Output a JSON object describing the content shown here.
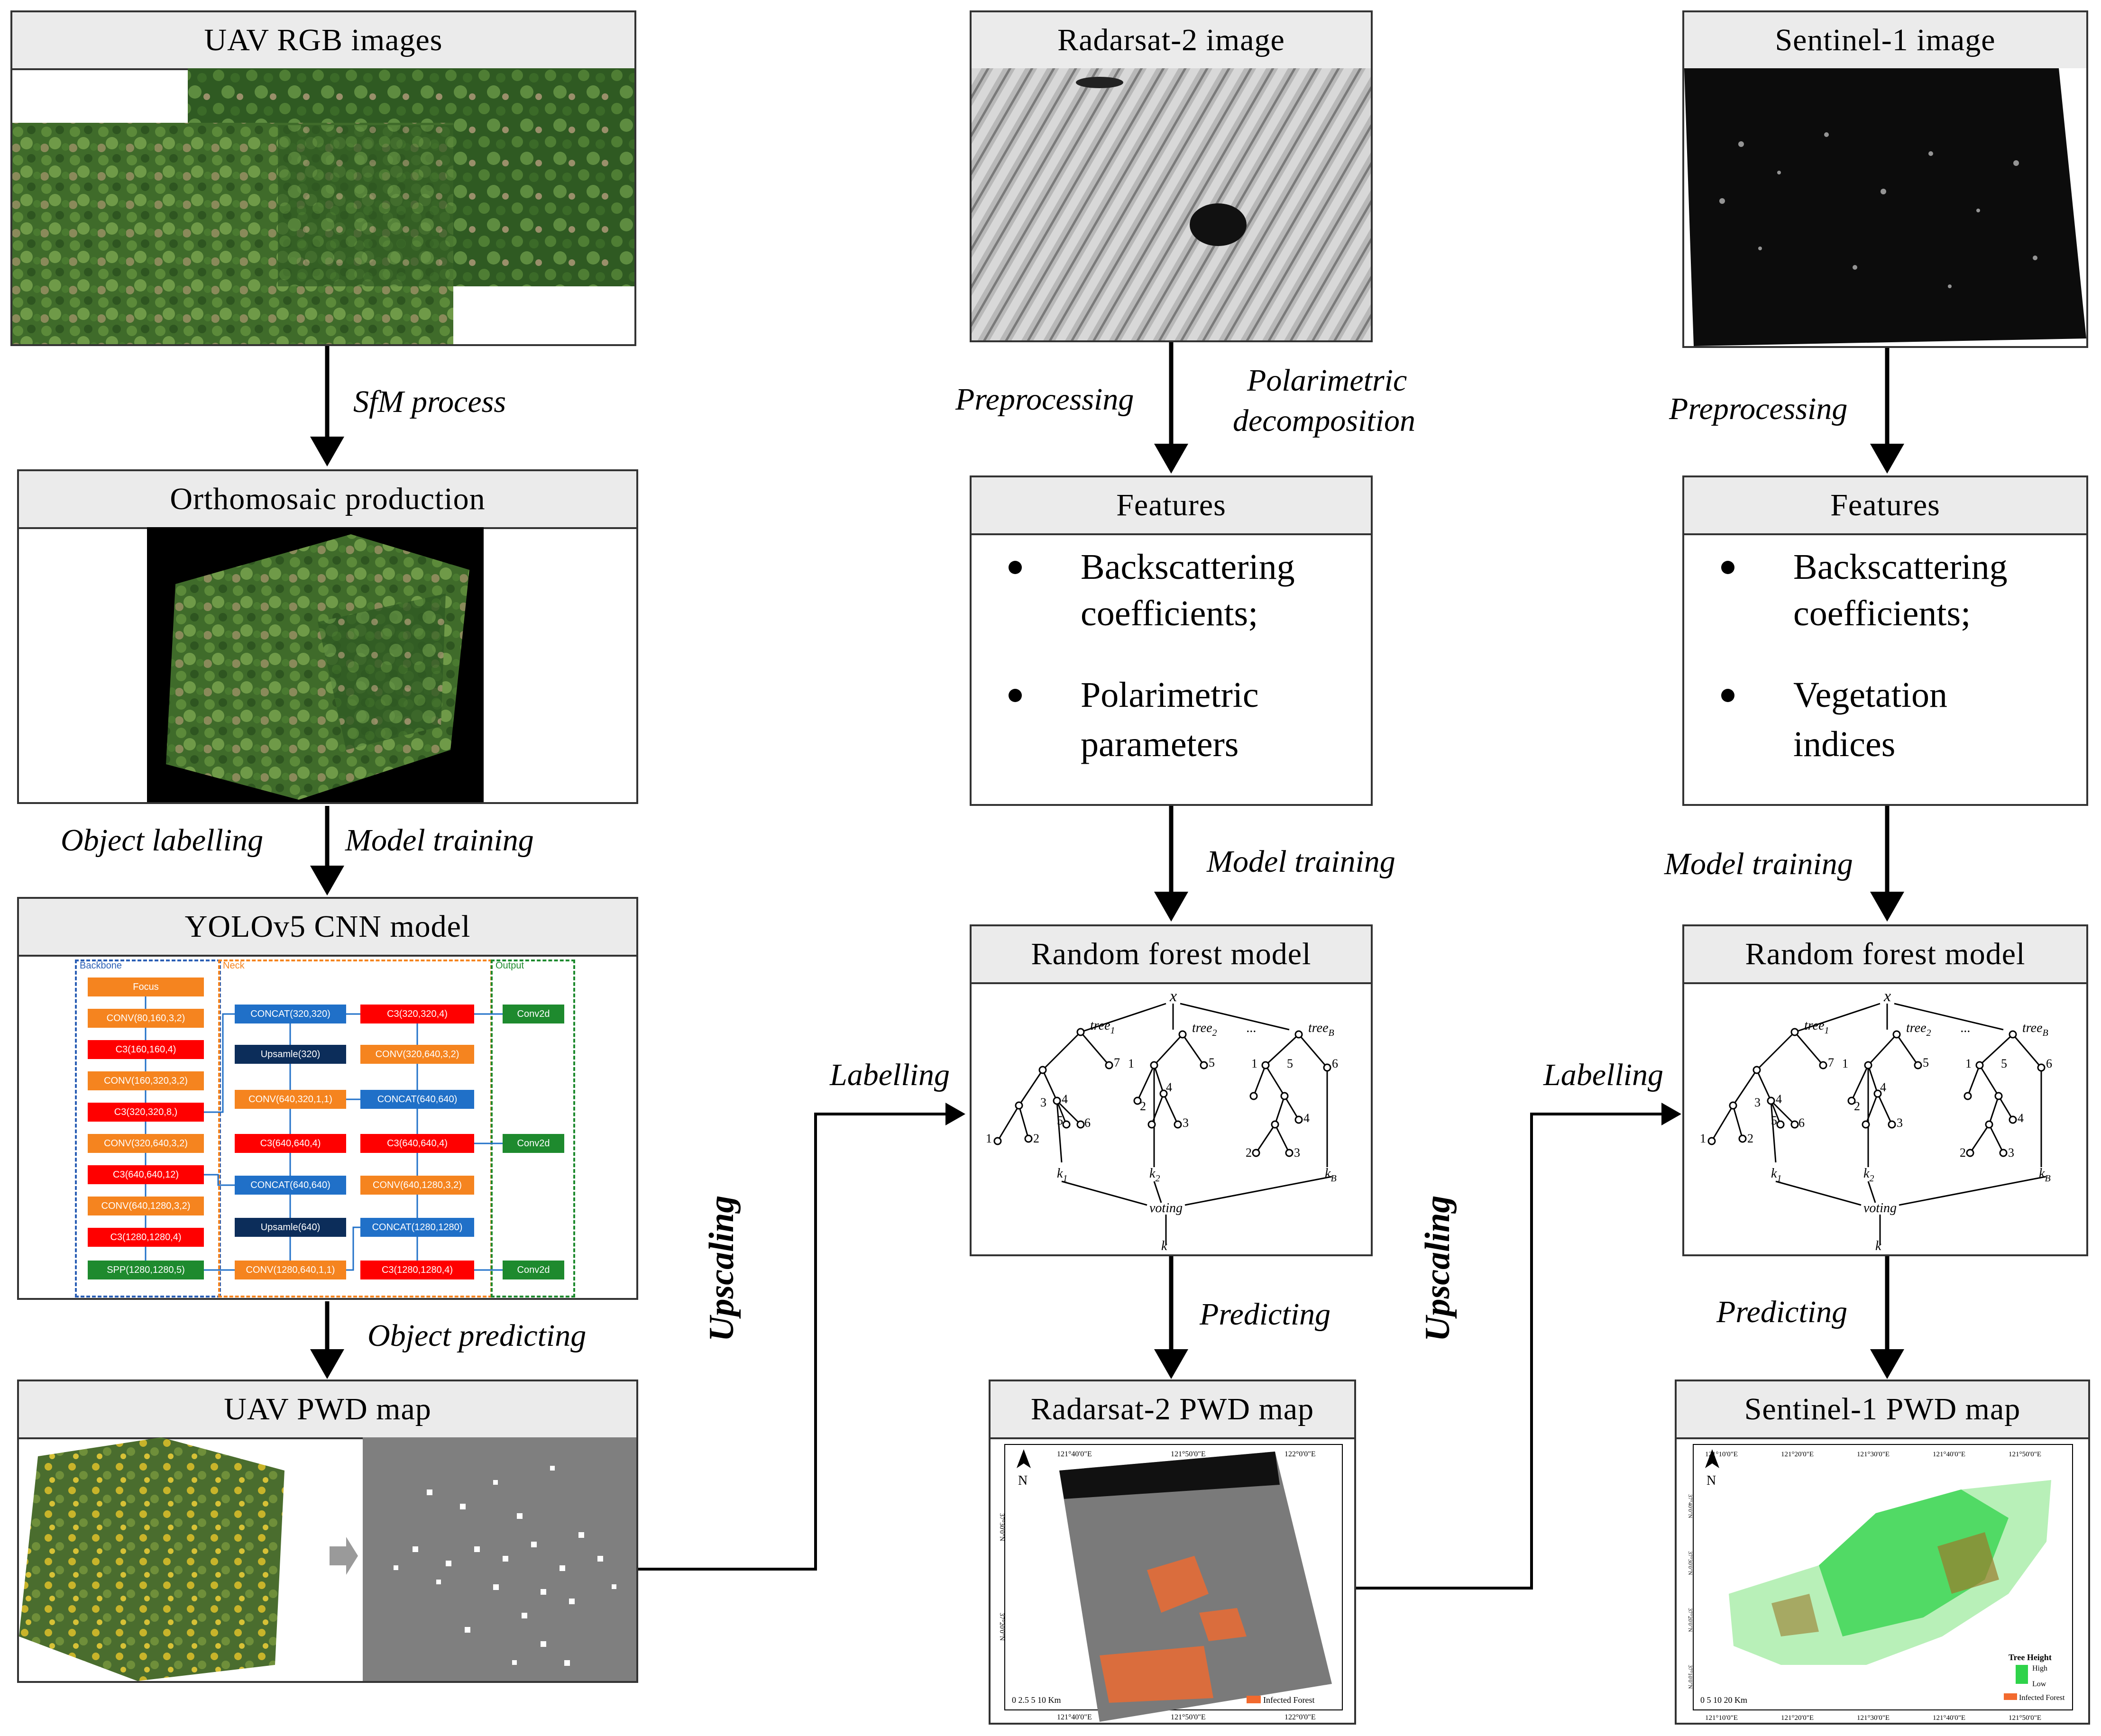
{
  "col1": {
    "uav_rgb_title": "UAV RGB images",
    "sfm_label": "SfM process",
    "ortho_title": "Orthomosaic production",
    "object_labelling": "Object labelling",
    "model_training": "Model training",
    "yolo_title": "YOLOv5 CNN model",
    "object_predicting": "Object predicting",
    "pwd_map_title": "UAV PWD map"
  },
  "yolo": {
    "backbone": "Backbone",
    "neck": "Neck",
    "output": "Output",
    "backbone_blocks": [
      "Focus",
      "CONV(80,160,3,2)",
      "C3(160,160,4)",
      "CONV(160,320,3,2)",
      "C3(320,320,8,)",
      "CONV(320,640,3,2)",
      "C3(640,640,12)",
      "CONV(640,1280,3,2)",
      "C3(1280,1280,4)",
      "SPP(1280,1280,5)"
    ],
    "neck_left": [
      "CONCAT(320,320)",
      "Upsamle(320)",
      "CONV(640,320,1,1)",
      "C3(640,640,4)",
      "CONCAT(640,640)",
      "Upsamle(640)",
      "CONV(1280,640,1,1)"
    ],
    "neck_right": [
      "C3(320,320,4)",
      "CONV(320,640,3,2)",
      "CONCAT(640,640)",
      "C3(640,640,4)",
      "CONV(640,1280,3,2)",
      "CONCAT(1280,1280)",
      "C3(1280,1280,4)"
    ],
    "conv2d": "Conv2d"
  },
  "col2": {
    "title": "Radarsat-2 image",
    "preprocessing": "Preprocessing",
    "polarimetric_line1": "Polarimetric",
    "polarimetric_line2": "decomposition",
    "features_title": "Features",
    "feature1_line1": "Backscattering",
    "feature1_line2": "coefficients;",
    "feature2_line1": "Polarimetric",
    "feature2_line2": "parameters",
    "model_training": "Model training",
    "rf_title": "Random forest model",
    "labelling": "Labelling",
    "predicting": "Predicting",
    "map_title": "Radarsat-2 PWD map",
    "upscaling": "Upscaling",
    "map_lon_ticks": [
      "121°40'0\"E",
      "121°50'0\"E",
      "122°0'0\"E"
    ],
    "map_lat_ticks": [
      "37°30'0\"N",
      "37°20'0\"N",
      "37°10'0\"N"
    ],
    "map_scale": "0 2.5 5    10 Km",
    "map_legend": "Infected Forest",
    "north": "N"
  },
  "col3": {
    "title": "Sentinel-1 image",
    "preprocessing": "Preprocessing",
    "features_title": "Features",
    "feature1_line1": "Backscattering",
    "feature1_line2": "coefficients;",
    "feature2_line1": "Vegetation",
    "feature2_line2": "indices",
    "model_training": "Model training",
    "rf_title": "Random forest model",
    "labelling": "Labelling",
    "predicting": "Predicting",
    "map_title": "Sentinel-1 PWD map",
    "upscaling": "Upscaling",
    "map_lon_ticks": [
      "121°10'0\"E",
      "121°20'0\"E",
      "121°30'0\"E",
      "121°40'0\"E",
      "121°50'0\"E"
    ],
    "map_lat_ticks": [
      "37°40'0\"N",
      "37°30'0\"N",
      "37°20'0\"N",
      "37°10'0\"N"
    ],
    "map_scale": "0  5  10      20 Km",
    "legend_title": "Tree Height",
    "legend_high": "High",
    "legend_low": "Low",
    "map_legend": "Infected Forest",
    "north": "N"
  },
  "rf": {
    "x": "x",
    "tree1": "tree",
    "tree1_sub": "1",
    "tree2": "tree",
    "tree2_sub": "2",
    "treeB": "tree",
    "treeB_sub": "B",
    "dots": "...",
    "k1": "k",
    "k1_sub": "1",
    "k2": "k",
    "k2_sub": "2",
    "kB": "k",
    "kB_sub": "B",
    "voting": "voting",
    "k": "k",
    "t1_nums": [
      "1",
      "2",
      "3",
      "4",
      "5",
      "6",
      "7"
    ],
    "t2_nums": [
      "1",
      "2",
      "3",
      "4",
      "5"
    ],
    "tB_nums": [
      "1",
      "2",
      "3",
      "4",
      "5",
      "6"
    ]
  },
  "colors": {
    "yolo_orange": "#f5841f",
    "yolo_red": "#ff0000",
    "yolo_blue": "#2070c8",
    "yolo_navy": "#0c2d5a",
    "yolo_green": "#1e8a2e",
    "infected": "#f26a2e",
    "tree_green": "#2fd34a"
  }
}
